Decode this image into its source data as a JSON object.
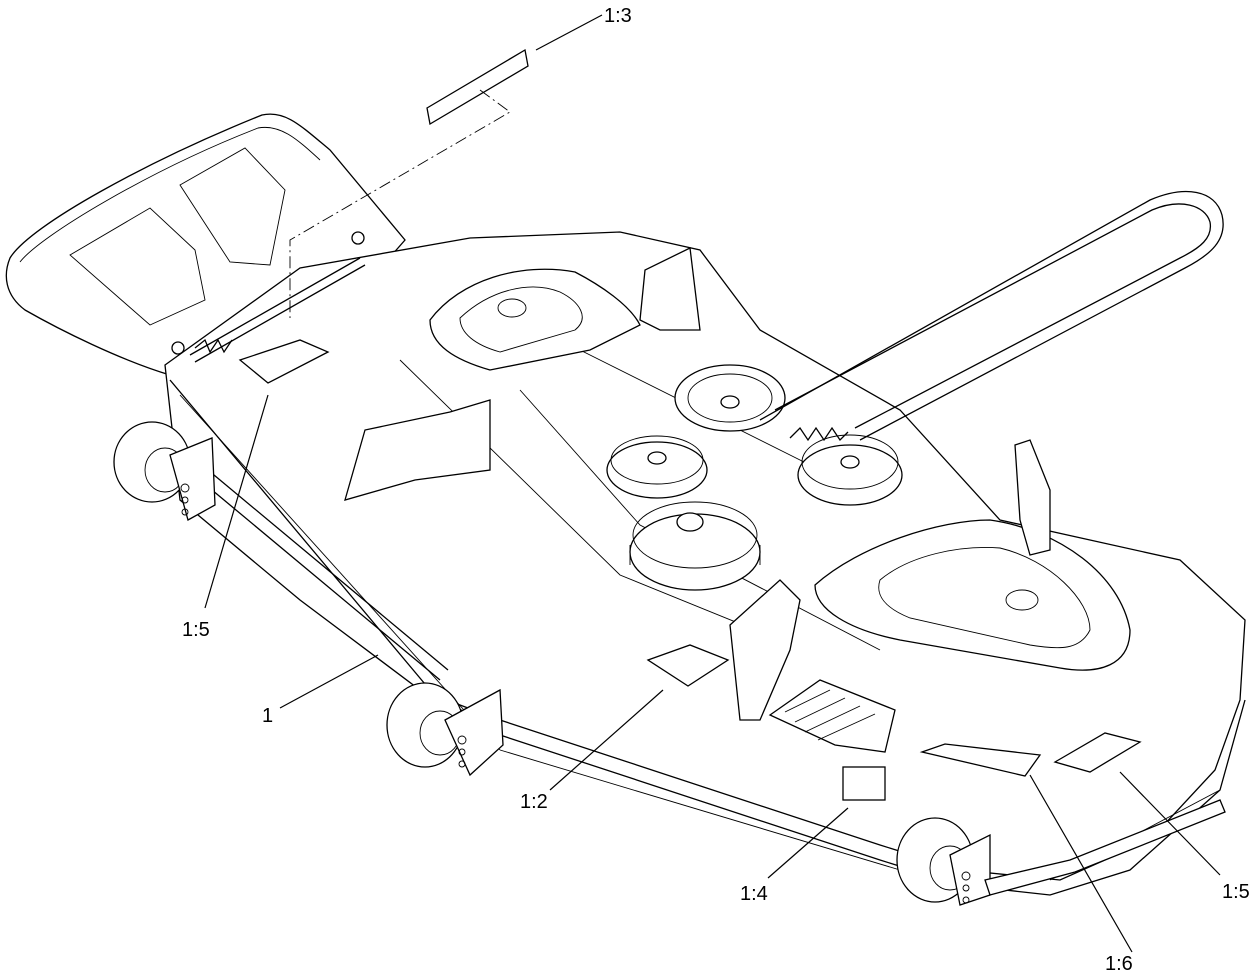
{
  "callouts": [
    {
      "id": "c13",
      "label": "1:3"
    },
    {
      "id": "c15a",
      "label": "1:5"
    },
    {
      "id": "c1",
      "label": "1"
    },
    {
      "id": "c12",
      "label": "1:2"
    },
    {
      "id": "c14",
      "label": "1:4"
    },
    {
      "id": "c16",
      "label": "1:6"
    },
    {
      "id": "c15b",
      "label": "1:5"
    }
  ],
  "colors": {
    "line": "#000000",
    "background": "#ffffff"
  }
}
